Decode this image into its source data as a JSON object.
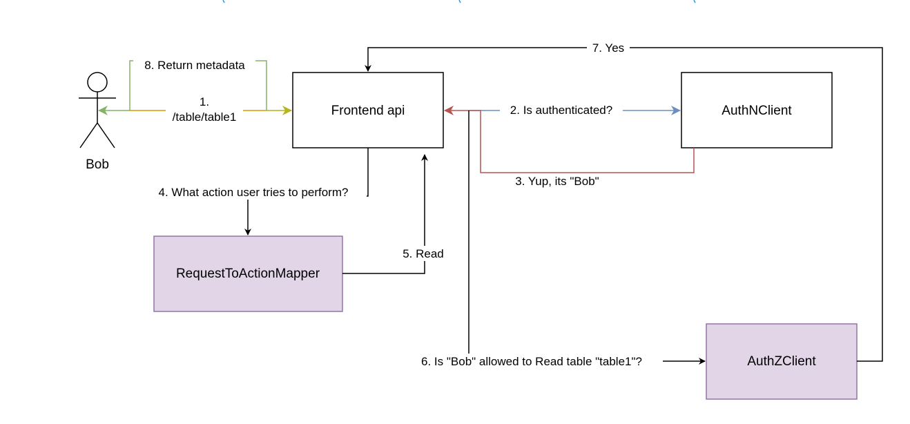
{
  "nodes": {
    "bob": "Bob",
    "frontend": "Frontend api",
    "authn": "AuthNClient",
    "mapper": "RequestToActionMapper",
    "authz": "AuthZClient"
  },
  "edges": {
    "e1_line1": "1.",
    "e1_line2": "/table/table1",
    "e2": "2. Is authenticated?",
    "e3": "3. Yup, its \"Bob\"",
    "e4": "4. What action user tries to perform?",
    "e5": "5. Read",
    "e6": "6. Is \"Bob\" allowed to Read table \"table1\"?",
    "e7": "7. Yes",
    "e8": "8. Return metadata"
  },
  "colors": {
    "box_border": "#000000",
    "purple_fill": "#e1d5e7",
    "purple_border": "#9673a6",
    "green": "#82b366",
    "orange": "#d79b00",
    "olive": "#b8b41c",
    "blue": "#6c8ebf",
    "red": "#b85450",
    "black": "#000000",
    "top_marks": "#1ba1e2"
  }
}
